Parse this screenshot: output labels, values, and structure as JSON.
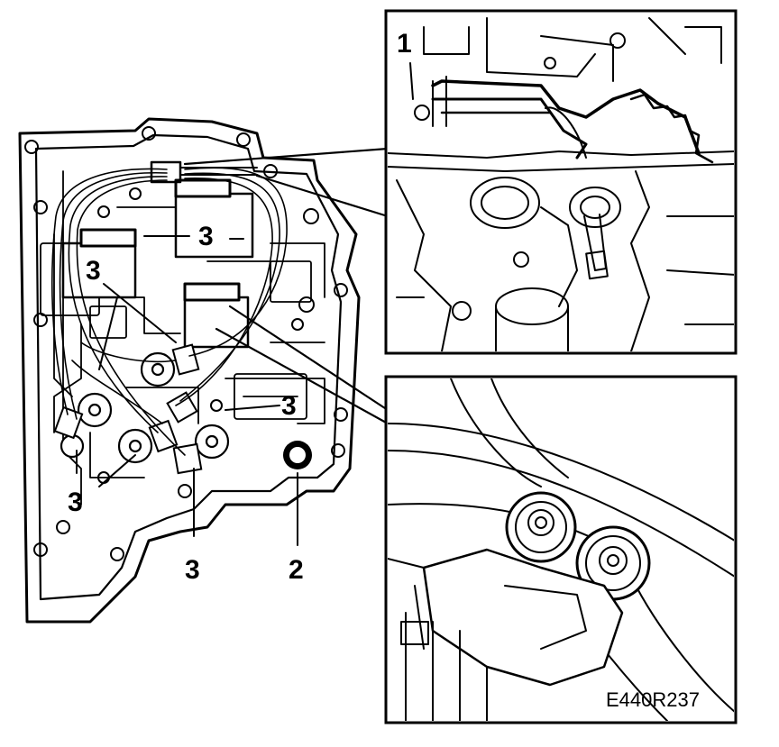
{
  "callouts": {
    "one": "1",
    "two": "2",
    "three": "3"
  },
  "figure_code": "E440R237",
  "colors": {
    "ink": "#000000",
    "paper": "#ffffff"
  }
}
